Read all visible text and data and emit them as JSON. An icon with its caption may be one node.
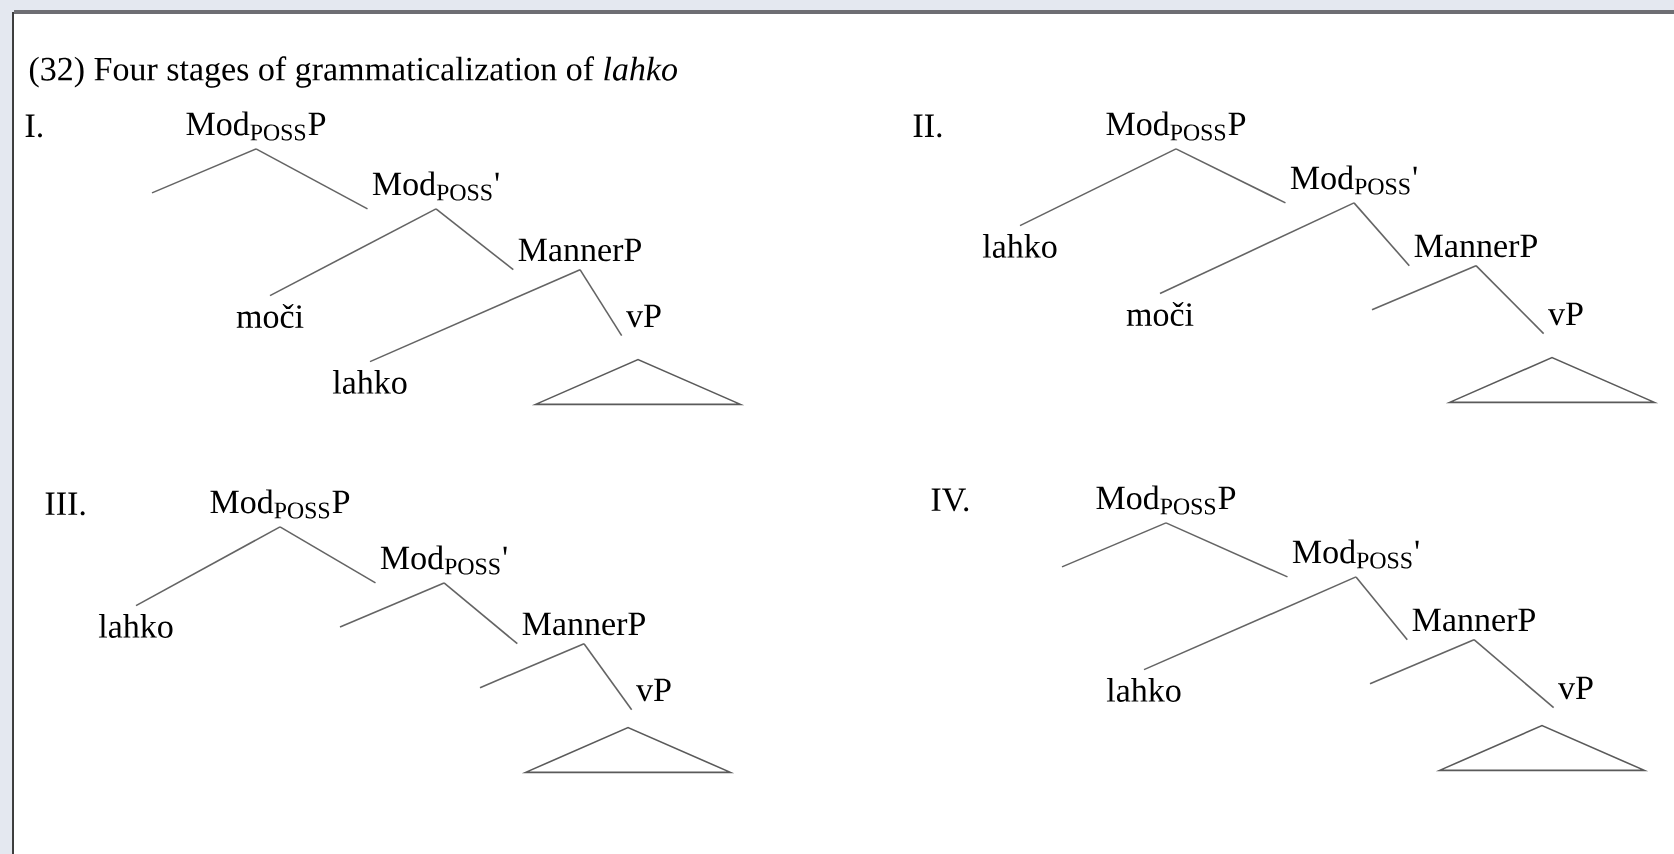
{
  "diagram": {
    "title": "(32) Four stages of grammaticalization of *lahko*",
    "nodes": [
      {
        "text": [
          "Mod$_{POSS}$P"
        ]
      },
      {
        "text": [
          "Mod$_{POSS}$'"
        ]
      },
      {
        "text": [
          "MannerP"
        ]
      },
      {
        "text": [
          "moči"
        ]
      },
      {
        "text": [
          "vP"
        ]
      },
      {
        "text": [
          "lahko"
        ]
      },
      {
        "text": [],
        "shape": "triangle"
      },
      {
        "text": [
          "Mod$_{POSS}$P"
        ]
      },
      {
        "text": [
          "Mod$_{POSS}$'"
        ]
      },
      {
        "text": [
          "lahko"
        ]
      },
      {
        "text": [
          "MannerP"
        ]
      },
      {
        "text": [
          "moči"
        ]
      },
      {
        "text": [
          "vP"
        ]
      },
      {
        "text": [],
        "shape": "triangle"
      },
      {
        "text": [
          "Mod$_{POSS}$P"
        ]
      },
      {
        "text": [
          "Mod$_{POSS}$'"
        ]
      },
      {
        "text": [
          "lahko"
        ]
      },
      {
        "text": [
          "MannerP"
        ]
      },
      {
        "text": [
          "vP"
        ]
      },
      {
        "text": [],
        "shape": "triangle"
      },
      {
        "text": [
          "Mod$_{POSS}$P"
        ]
      },
      {
        "text": [
          "Mod$_{POSS}$'"
        ]
      },
      {
        "text": [
          "MannerP"
        ]
      },
      {
        "text": [
          "lahko"
        ]
      },
      {
        "text": [
          "vP"
        ]
      },
      {
        "text": [],
        "shape": "triangle"
      }
    ],
    "edges": [
      {
        "from": 0,
        "to": null,
        "arrow": "none"
      },
      {
        "from": 0,
        "to": 1,
        "arrow": "none"
      },
      {
        "from": 1,
        "to": 3,
        "arrow": "none"
      },
      {
        "from": 1,
        "to": 2,
        "arrow": "none"
      },
      {
        "from": 2,
        "to": 5,
        "arrow": "none"
      },
      {
        "from": 2,
        "to": 4,
        "arrow": "none"
      },
      {
        "from": 7,
        "to": 9,
        "arrow": "none"
      },
      {
        "from": 7,
        "to": 8,
        "arrow": "none"
      },
      {
        "from": 8,
        "to": 11,
        "arrow": "none"
      },
      {
        "from": 8,
        "to": 10,
        "arrow": "none"
      },
      {
        "from": 10,
        "to": null,
        "arrow": "none"
      },
      {
        "from": 10,
        "to": 12,
        "arrow": "none"
      },
      {
        "from": 14,
        "to": 16,
        "arrow": "none"
      },
      {
        "from": 14,
        "to": 15,
        "arrow": "none"
      },
      {
        "from": 15,
        "to": null,
        "arrow": "none"
      },
      {
        "from": 15,
        "to": 17,
        "arrow": "none"
      },
      {
        "from": 17,
        "to": null,
        "arrow": "none"
      },
      {
        "from": 17,
        "to": 18,
        "arrow": "none"
      },
      {
        "from": 20,
        "to": null,
        "arrow": "none"
      },
      {
        "from": 20,
        "to": 21,
        "arrow": "none"
      },
      {
        "from": 21,
        "to": 23,
        "arrow": "none"
      },
      {
        "from": 21,
        "to": 22,
        "arrow": "none"
      },
      {
        "from": 22,
        "to": null,
        "arrow": "none"
      },
      {
        "from": 22,
        "to": 24,
        "arrow": "none"
      }
    ],
    "labels": [
      "I.",
      "II.",
      "III.",
      "IV."
    ]
  }
}
